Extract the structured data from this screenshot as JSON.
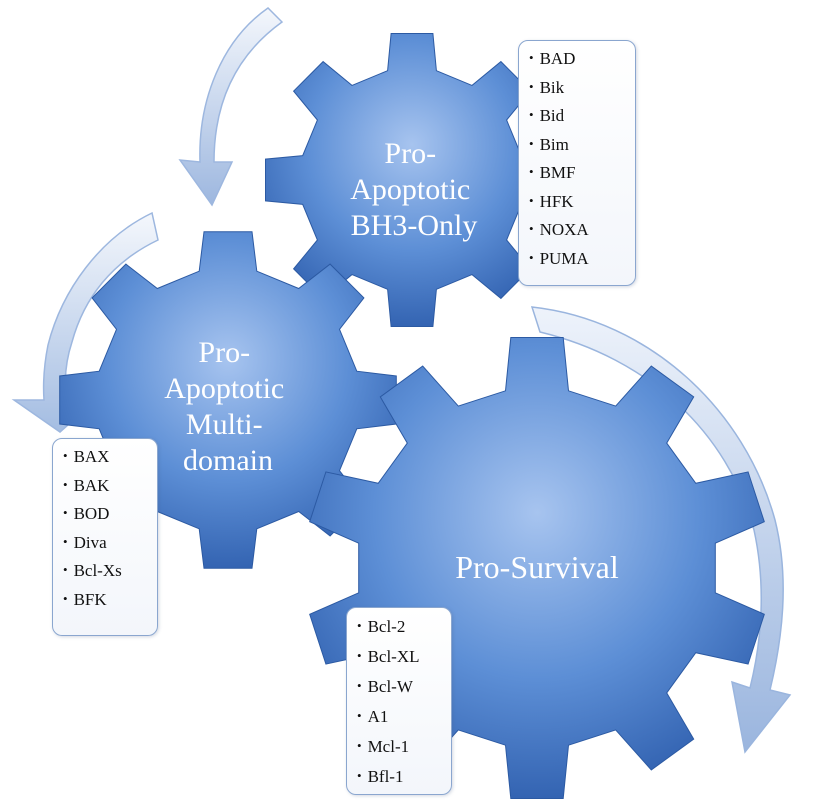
{
  "diagram": {
    "gears": [
      {
        "id": "bh3",
        "label_lines": [
          "Pro-",
          "Apoptotic",
          "BH3-Only"
        ]
      },
      {
        "id": "multi",
        "label_lines": [
          "Pro-",
          "Apoptotic",
          "Multi-",
          "domain"
        ]
      },
      {
        "id": "survival",
        "label_lines": [
          "Pro-Survival"
        ]
      }
    ],
    "lists": {
      "bh3": [
        "BAD",
        "Bik",
        "Bid",
        "Bim",
        "BMF",
        "HFK",
        "NOXA",
        "PUMA"
      ],
      "multi": [
        "BAX",
        "BAK",
        "BOD",
        "Diva",
        "Bcl-Xs",
        "BFK"
      ],
      "survival": [
        "Bcl-2",
        "Bcl-XL",
        "Bcl-W",
        "A1",
        "Mcl-1",
        "Bfl-1"
      ]
    },
    "colors": {
      "gear_light": "#8fb3e8",
      "gear_dark": "#3466b7",
      "arrow_light": "#eef3fb",
      "arrow_dark": "#9bb6de",
      "box_border": "#8aa6cf"
    }
  }
}
